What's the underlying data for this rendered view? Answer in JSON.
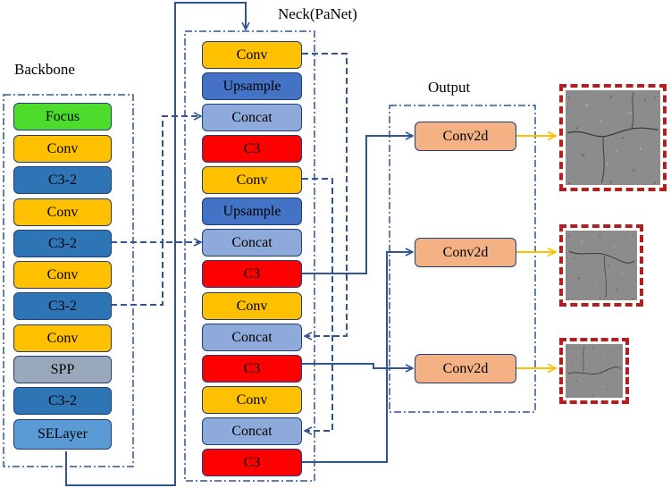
{
  "labels": {
    "backbone": "Backbone",
    "neck": "Neck(PaNet)",
    "output": "Output"
  },
  "colors": {
    "focus": "#4ddb2c",
    "conv": "#ffc000",
    "c3_2": "#2e75b6",
    "spp": "#9aa8bb",
    "selayer": "#5b9bd5",
    "upsample": "#4472c4",
    "concat": "#8eaadb",
    "c3": "#ff0000",
    "conv2d": "#f4b183",
    "connector": "#2f5597",
    "output_arrow": "#ffc000",
    "thumb_border": "#b02020"
  },
  "backbone": {
    "blocks": [
      {
        "label": "Focus",
        "kind": "focus"
      },
      {
        "label": "Conv",
        "kind": "conv"
      },
      {
        "label": "C3-2",
        "kind": "c3_2"
      },
      {
        "label": "Conv",
        "kind": "conv"
      },
      {
        "label": "C3-2",
        "kind": "c3_2"
      },
      {
        "label": "Conv",
        "kind": "conv"
      },
      {
        "label": "C3-2",
        "kind": "c3_2"
      },
      {
        "label": "Conv",
        "kind": "conv"
      },
      {
        "label": "SPP",
        "kind": "spp"
      },
      {
        "label": "C3-2",
        "kind": "c3_2"
      },
      {
        "label": "SELayer",
        "kind": "selayer"
      }
    ]
  },
  "neck": {
    "blocks": [
      {
        "label": "Conv",
        "kind": "conv"
      },
      {
        "label": "Upsample",
        "kind": "upsample"
      },
      {
        "label": "Concat",
        "kind": "concat"
      },
      {
        "label": "C3",
        "kind": "c3"
      },
      {
        "label": "Conv",
        "kind": "conv"
      },
      {
        "label": "Upsample",
        "kind": "upsample"
      },
      {
        "label": "Concat",
        "kind": "concat"
      },
      {
        "label": "C3",
        "kind": "c3"
      },
      {
        "label": "Conv",
        "kind": "conv"
      },
      {
        "label": "Concat",
        "kind": "concat"
      },
      {
        "label": "C3",
        "kind": "c3"
      },
      {
        "label": "Conv",
        "kind": "conv"
      },
      {
        "label": "Concat",
        "kind": "concat"
      },
      {
        "label": "C3",
        "kind": "c3"
      }
    ]
  },
  "output": {
    "blocks": [
      {
        "label": "Conv2d",
        "kind": "conv2d"
      },
      {
        "label": "Conv2d",
        "kind": "conv2d"
      },
      {
        "label": "Conv2d",
        "kind": "conv2d"
      }
    ]
  }
}
